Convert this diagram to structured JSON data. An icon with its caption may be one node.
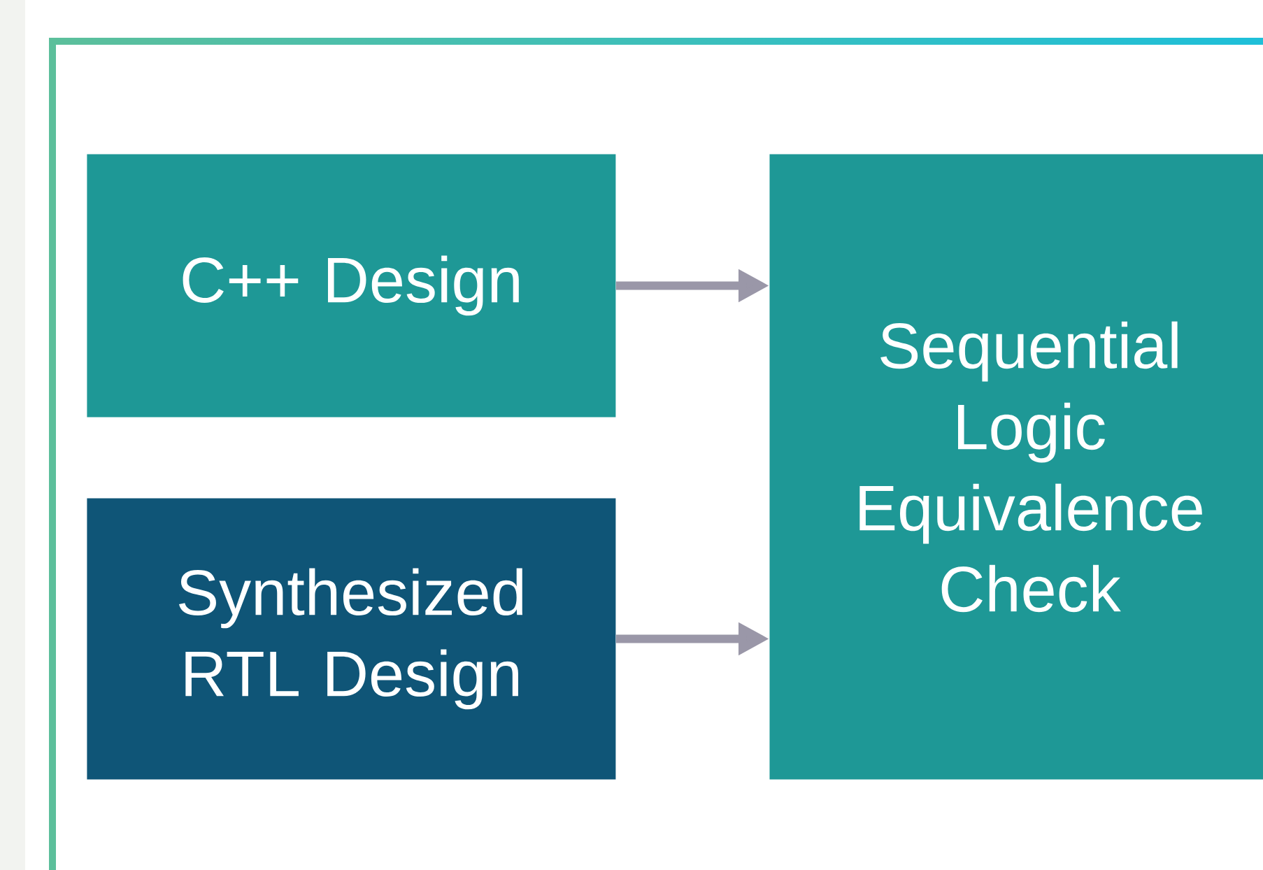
{
  "diagram": {
    "nodes": [
      {
        "text": [
          "C++ Design"
        ]
      },
      {
        "text": [
          "Synthesized RTL Design"
        ]
      },
      {
        "text": [
          "Sequential Logic Equivalence Check"
        ]
      }
    ],
    "edges": [
      {
        "from": 0,
        "to": 2,
        "arrow": "to"
      },
      {
        "from": 1,
        "to": 2,
        "arrow": "to"
      }
    ]
  }
}
